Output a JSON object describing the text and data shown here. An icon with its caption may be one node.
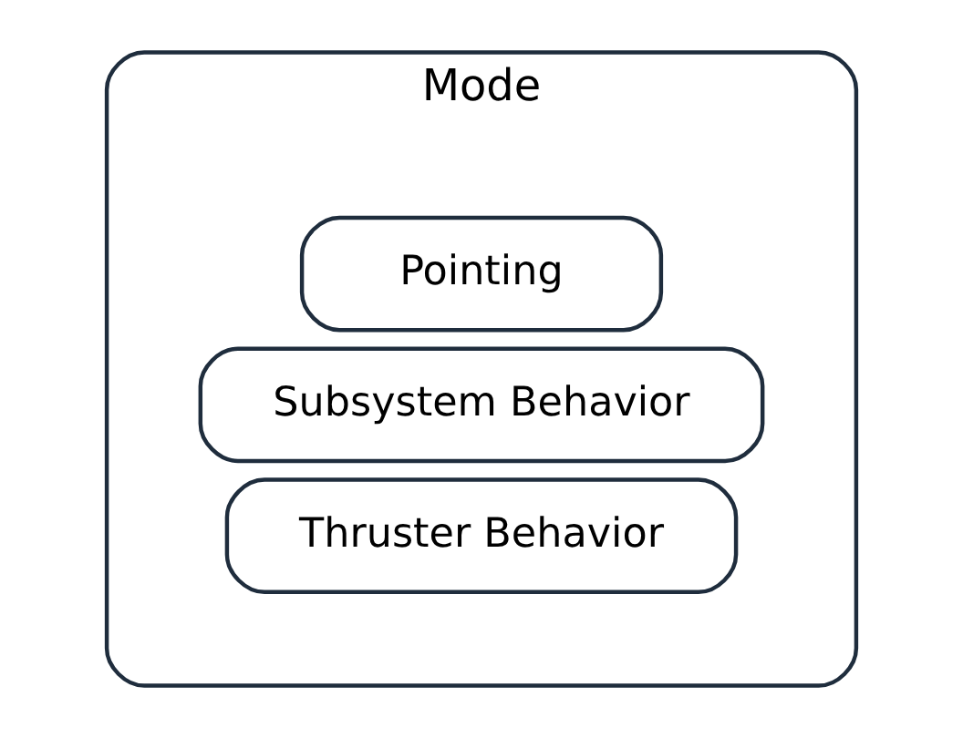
{
  "diagram": {
    "nodes": [
      {
        "text": [
          "Mode"
        ]
      },
      {
        "text": [
          "Pointing"
        ],
        "in": 0
      },
      {
        "text": [
          "Subsystem Behavior"
        ],
        "in": 0
      },
      {
        "text": [
          "Thruster Behavior"
        ],
        "in": 0
      }
    ]
  }
}
